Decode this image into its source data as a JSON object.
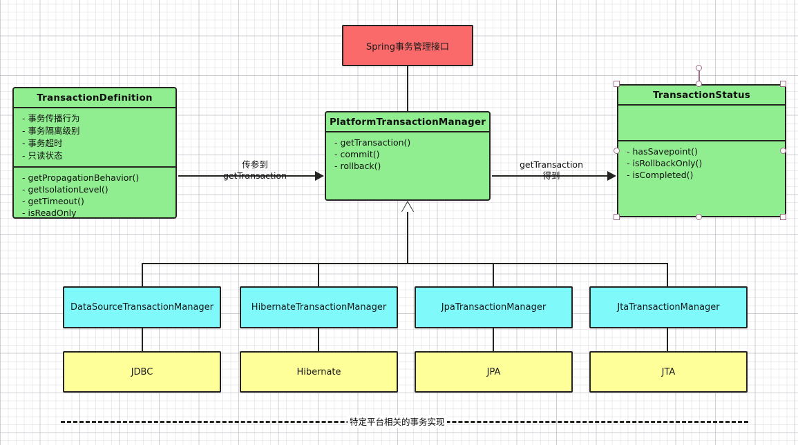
{
  "diagram": {
    "title": "Spring Transaction Management Architecture",
    "colors": {
      "uml_green": "#90ee90",
      "interface_red": "#fa6a6a",
      "impl_cyan": "#7ff9f9",
      "platform_yellow": "#ffff99",
      "stroke": "#23231f",
      "selection_handle": "#a06a8a"
    }
  },
  "nodes": {
    "spring_interface": {
      "label": "Spring事务管理接口"
    },
    "transaction_definition": {
      "title": "TransactionDefinition",
      "attributes": [
        "- 事务传播行为",
        "- 事务隔离级别",
        "- 事务超时",
        "- 只读状态"
      ],
      "methods": [
        "- getPropagationBehavior()",
        "- getIsolationLevel()",
        "- getTimeout()",
        "- isReadOnly"
      ]
    },
    "platform_transaction_manager": {
      "title": "PlatformTransactionManager",
      "attributes": [],
      "methods": [
        "- getTransaction()",
        "- commit()",
        "- rollback()"
      ]
    },
    "transaction_status": {
      "title": "TransactionStatus",
      "attributes": [],
      "methods": [
        "- hasSavepoint()",
        "- isRollbackOnly()",
        "- isCompleted()"
      ],
      "selected": true
    },
    "implementations": [
      {
        "manager": "DataSourceTransactionManager",
        "platform": "JDBC"
      },
      {
        "manager": "HibernateTransactionManager",
        "platform": "Hibernate"
      },
      {
        "manager": "JpaTransactionManager",
        "platform": "JPA"
      },
      {
        "manager": "JtaTransactionManager",
        "platform": "JTA"
      }
    ]
  },
  "edges": {
    "definition_to_manager": {
      "line1": "传参到",
      "line2": "getTransaction"
    },
    "manager_to_status": {
      "line1": "getTransaction",
      "line2": "得到"
    }
  },
  "footer": {
    "note": "特定平台相关的事务实现"
  }
}
